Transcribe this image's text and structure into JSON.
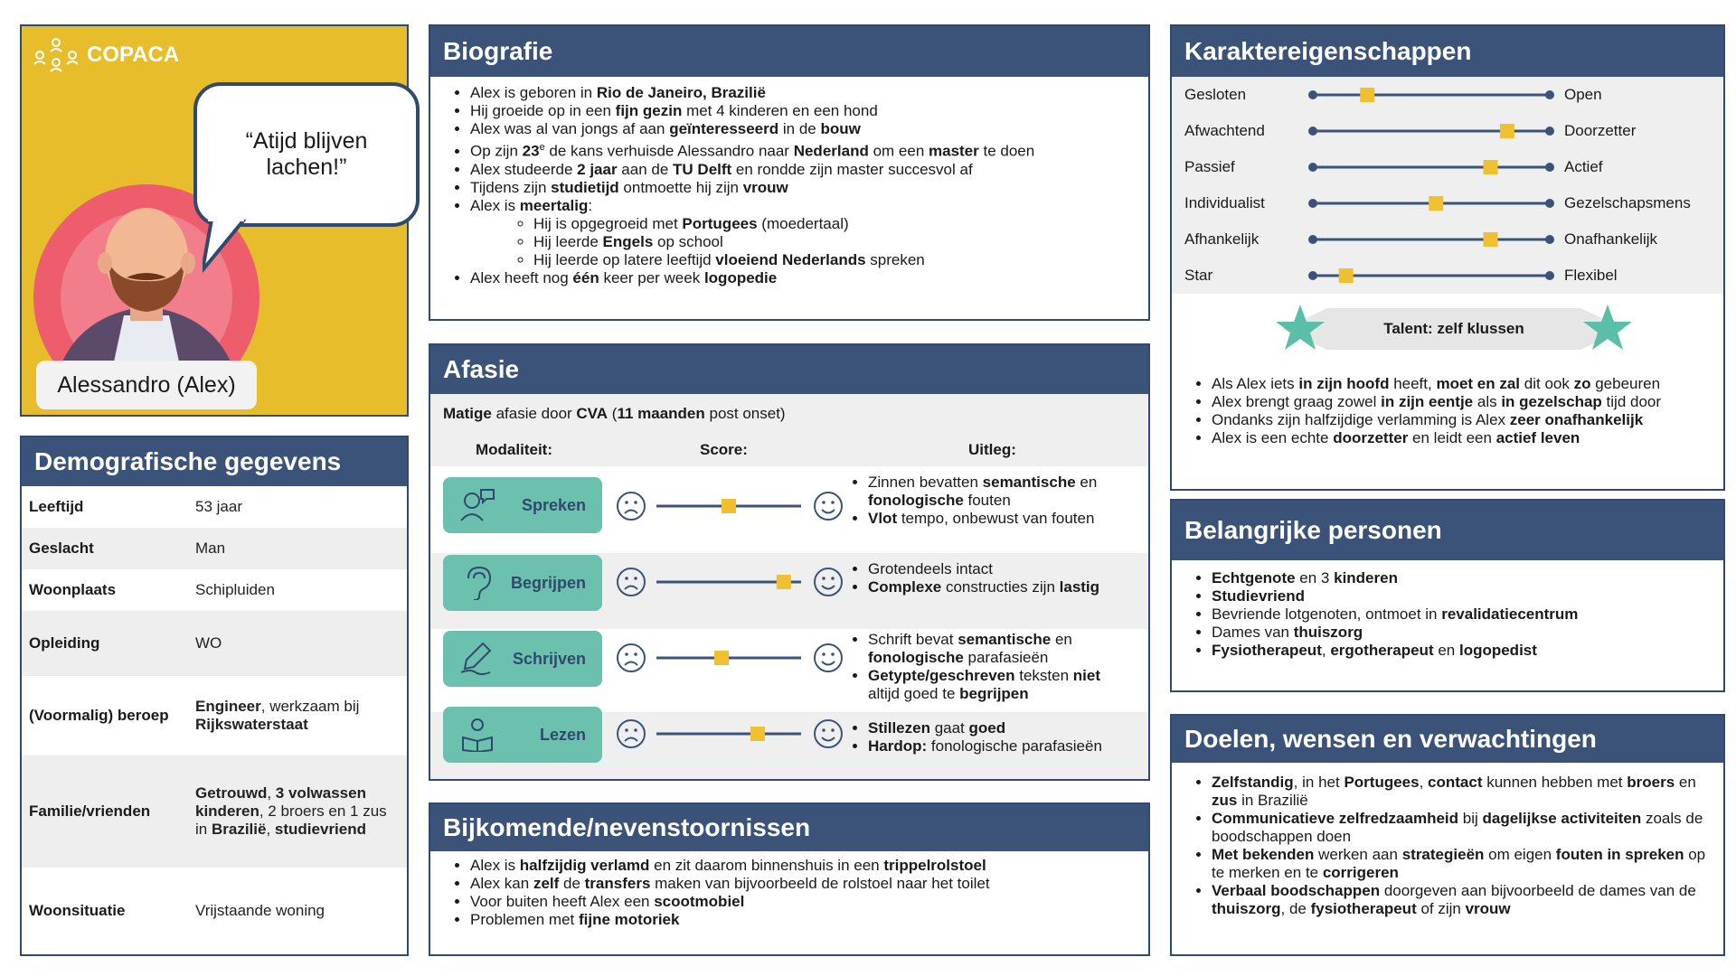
{
  "profile": {
    "logo_text": "COPACA",
    "quote": "“Atijd blijven lachen!”",
    "name": "Alessandro (Alex)"
  },
  "demographics": {
    "title": "Demografische gegevens",
    "rows": [
      {
        "key": "Leeftijd",
        "value": "53 jaar"
      },
      {
        "key": "Geslacht",
        "value": "Man"
      },
      {
        "key": "Woonplaats",
        "value": "Schipluiden"
      },
      {
        "key": "Opleiding",
        "value": "WO"
      },
      {
        "key": "(Voormalig) beroep",
        "value_bold": "Engineer",
        "value_rest": ", werkzaam bij",
        "value_bold2": "Rijkswaterstaat"
      },
      {
        "key": "Familie/vrienden",
        "p1": "Getrouwd",
        "p2": ", ",
        "p3": "3 volwassen kinderen",
        "p4": ", 2 broers en 1 zus in ",
        "p5": "Brazilië",
        "p6": ",",
        "p7": "studievriend"
      },
      {
        "key": "Woonsituatie",
        "value": "Vrijstaande woning"
      }
    ]
  },
  "biografie": {
    "title": "Biografie",
    "items": [
      [
        "Alex is geboren in ",
        "Rio de Janeiro, Brazilië",
        ""
      ],
      [
        "Hij groeide op in een ",
        "fijn gezin",
        " met 4 kinderen en een hond"
      ],
      [
        "Alex was al van jongs af aan ",
        "geïnteresseerd",
        " in de ",
        "bouw"
      ],
      [
        "Op zijn ",
        "23",
        "e",
        " de kans verhuisde Alessandro naar ",
        "Nederland",
        " om een ",
        "master",
        " te doen"
      ],
      [
        "Alex studeerde ",
        "2 jaar",
        " aan de ",
        "TU Delft",
        " en rondde zijn master succesvol af"
      ],
      [
        "Tijdens zijn ",
        "studietijd",
        " ontmoette hij zijn ",
        "vrouw"
      ],
      [
        "Alex is ",
        "meertalig",
        ":"
      ],
      [
        "Hij is opgegroeid met ",
        "Portugees",
        " (moedertaal)"
      ],
      [
        "Hij leerde ",
        "Engels",
        " op school"
      ],
      [
        "Hij leerde op latere leeftijd ",
        "vloeiend Nederlands",
        " spreken"
      ],
      [
        "Alex heeft nog ",
        "één",
        " keer per week ",
        "logopedie"
      ]
    ]
  },
  "afasie": {
    "title": "Afasie",
    "intro": [
      "Matige",
      " afasie door ",
      "CVA",
      " (",
      "11 maanden",
      " post onset)"
    ],
    "col_modaliteit": "Modaliteit:",
    "col_score": "Score:",
    "col_uitleg": "Uitleg:",
    "rows": [
      {
        "label": "Spreken",
        "icon": "speaking-head-icon",
        "score": 0.5,
        "uitleg": [
          [
            "Zinnen bevatten ",
            "semantische",
            " en ",
            "fonologische",
            " fouten"
          ],
          [
            "",
            "Vlot",
            " tempo, onbewust van fouten"
          ]
        ]
      },
      {
        "label": "Begrijpen",
        "icon": "ear-icon",
        "score": 0.88,
        "uitleg": [
          [
            "Grotendeels intact",
            "",
            ""
          ],
          [
            "",
            "Complexe",
            " constructies zijn ",
            "lastig"
          ]
        ]
      },
      {
        "label": "Schrijven",
        "icon": "pencil-hand-icon",
        "score": 0.45,
        "uitleg": [
          [
            "Schrift bevat ",
            "semantische",
            " en ",
            "fonologische",
            " parafasieën"
          ],
          [
            "",
            "Getypte/geschreven",
            " teksten ",
            "niet",
            " altijd goed te ",
            "begrijpen"
          ]
        ]
      },
      {
        "label": "Lezen",
        "icon": "reading-person-icon",
        "score": 0.7,
        "uitleg": [
          [
            "",
            "Stillezen",
            " gaat ",
            "goed"
          ],
          [
            "",
            "Hardop:",
            " fonologische parafasieën"
          ]
        ]
      }
    ]
  },
  "bijkomende": {
    "title": "Bijkomende/nevenstoornissen",
    "items": [
      [
        "Alex is ",
        "halfzijdig verlamd",
        " en zit daarom binnenshuis in een ",
        "trippelrolstoel"
      ],
      [
        "Alex kan ",
        "zelf",
        " de ",
        "transfers",
        " maken van bijvoorbeeld de rolstoel naar het toilet"
      ],
      [
        "Voor buiten heeft Alex een ",
        "scootmobiel"
      ],
      [
        "Problemen met ",
        "fijne motoriek"
      ]
    ]
  },
  "karakter": {
    "title": "Karaktereigenschappen",
    "traits": [
      {
        "left": "Gesloten",
        "right": "Open",
        "value": 0.23
      },
      {
        "left": "Afwachtend",
        "right": "Doorzetter",
        "value": 0.82
      },
      {
        "left": "Passief",
        "right": "Actief",
        "value": 0.75
      },
      {
        "left": "Individualist",
        "right": "Gezelschapsmens",
        "value": 0.52
      },
      {
        "left": "Afhankelijk",
        "right": "Onafhankelijk",
        "value": 0.75
      },
      {
        "left": "Star",
        "right": "Flexibel",
        "value": 0.14
      }
    ],
    "talent": "Talent: zelf klussen",
    "items": [
      [
        "Als Alex iets ",
        "in zijn hoofd",
        " heeft, ",
        "moet en zal",
        " dit ook ",
        "zo",
        " gebeuren"
      ],
      [
        "Alex brengt graag zowel ",
        "in zijn eentje",
        " als ",
        "in gezelschap",
        " tijd door"
      ],
      [
        "Ondanks zijn halfzijdige verlamming is Alex ",
        "zeer onafhankelijk",
        ""
      ],
      [
        "Alex is een echte ",
        "doorzetter",
        " en leidt een ",
        "actief leven"
      ]
    ]
  },
  "personen": {
    "title": "Belangrijke personen",
    "items": [
      [
        "",
        "Echtgenote",
        " en 3 ",
        "kinderen"
      ],
      [
        "",
        "Studievriend",
        ""
      ],
      [
        "Bevriende lotgenoten, ontmoet in ",
        "revalidatiecentrum",
        ""
      ],
      [
        "Dames van ",
        "thuiszorg",
        ""
      ],
      [
        "",
        "Fysiotherapeut",
        ", ",
        "ergotherapeut",
        " en ",
        "logopedist"
      ]
    ]
  },
  "doelen": {
    "title": "Doelen, wensen en verwachtingen",
    "items": [
      [
        "",
        "Zelfstandig",
        ", in het ",
        "Portugees",
        ", ",
        "contact",
        " kunnen hebben met ",
        "broers",
        " en ",
        "zus",
        " in Brazilië"
      ],
      [
        "",
        "Communicatieve zelfredzaamheid",
        " bij ",
        "dagelijkse activiteiten",
        " zoals de boodschappen doen"
      ],
      [
        "",
        "Met bekenden",
        " werken aan ",
        "strategieën",
        " om eigen ",
        "fouten in spreken",
        " op te merken en te ",
        "corrigeren"
      ],
      [
        "",
        "Verbaal boodschappen",
        " doorgeven aan bijvoorbeeld de dames van de ",
        "thuiszorg",
        ", de ",
        "fysiotherapeut",
        " of zijn ",
        "vrouw"
      ]
    ]
  },
  "colors": {
    "header": "#3b5378",
    "accent_yellow": "#e8bd2b",
    "teal": "#6cc0ae",
    "star": "#5bbfa8",
    "marker": "#f0c030"
  }
}
